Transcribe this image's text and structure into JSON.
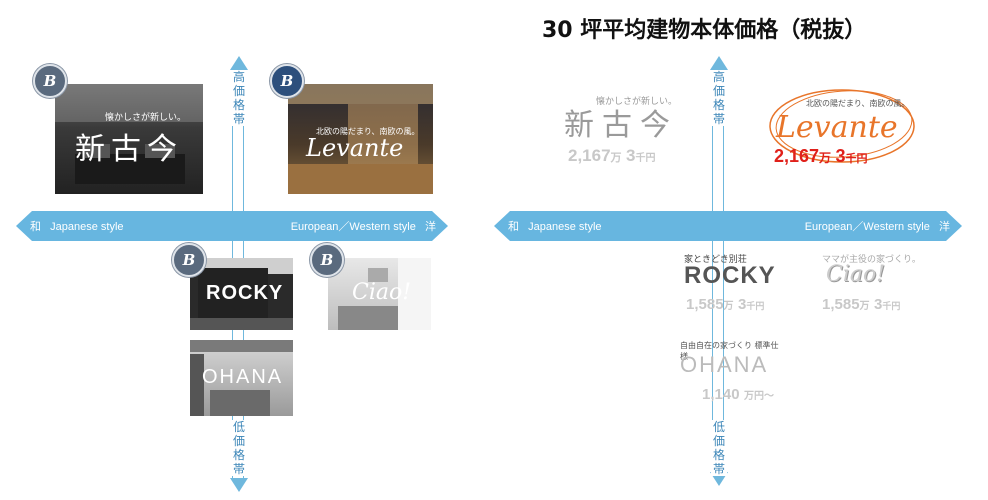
{
  "title": "30 坪平均建物本体価格（税抜）",
  "axis": {
    "left_label": "和",
    "left_text": "Japanese style",
    "right_text": "European／Western style",
    "right_label": "洋",
    "high_price": "高価格帯",
    "low_price": "低価格帯"
  },
  "brands": {
    "shinkokon": {
      "tagline": "懐かしさが新しい。",
      "logo": "新古今",
      "price_main": "2,167",
      "price_man": "万",
      "price_sub": "3",
      "price_unit": "千円"
    },
    "levante": {
      "tagline": "北欧の陽だまり、南欧の風。",
      "logo": "Levante",
      "price_main": "2,167",
      "price_man": "万",
      "price_sub": "3",
      "price_unit": "千円"
    },
    "rocky": {
      "tagline": "家ときどき別荘",
      "logo": "ROCKY",
      "price_main": "1,585",
      "price_man": "万",
      "price_sub": "3",
      "price_unit": "千円"
    },
    "ciao": {
      "tagline": "ママが主役の家づくり。",
      "logo": "Ciao!",
      "price_main": "1,585",
      "price_man": "万",
      "price_sub": "3",
      "price_unit": "千円"
    },
    "ohana": {
      "tagline": "自由自在の家づくり 標準仕様",
      "logo": "OHANA",
      "price_main": "1,140",
      "price_unit": "万円～"
    }
  },
  "badge_letter": "B",
  "colors": {
    "axis_blue": "#67b6e0",
    "levante_orange": "#e8752a",
    "levante_red": "#e0201a",
    "muted_gray": "#c8c8c8"
  }
}
